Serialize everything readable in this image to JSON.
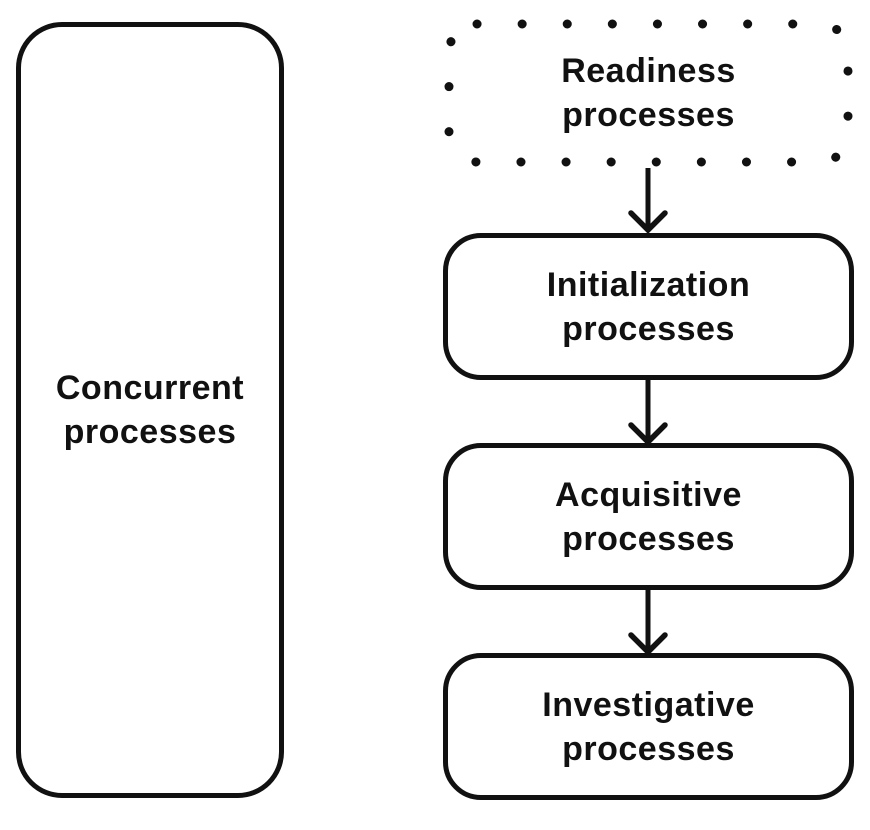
{
  "diagram": {
    "left_box": {
      "label_line1": "Concurrent",
      "label_line2": "processes"
    },
    "flow": [
      {
        "label_line1": "Readiness",
        "label_line2": "processes",
        "border_style": "dotted"
      },
      {
        "label_line1": "Initialization",
        "label_line2": "processes",
        "border_style": "solid"
      },
      {
        "label_line1": "Acquisitive",
        "label_line2": "processes",
        "border_style": "solid"
      },
      {
        "label_line1": "Investigative",
        "label_line2": "processes",
        "border_style": "solid"
      }
    ],
    "arrows": {
      "count": 3,
      "direction": "down"
    },
    "colors": {
      "stroke": "#111111",
      "text": "#111111",
      "background": "#ffffff"
    }
  }
}
